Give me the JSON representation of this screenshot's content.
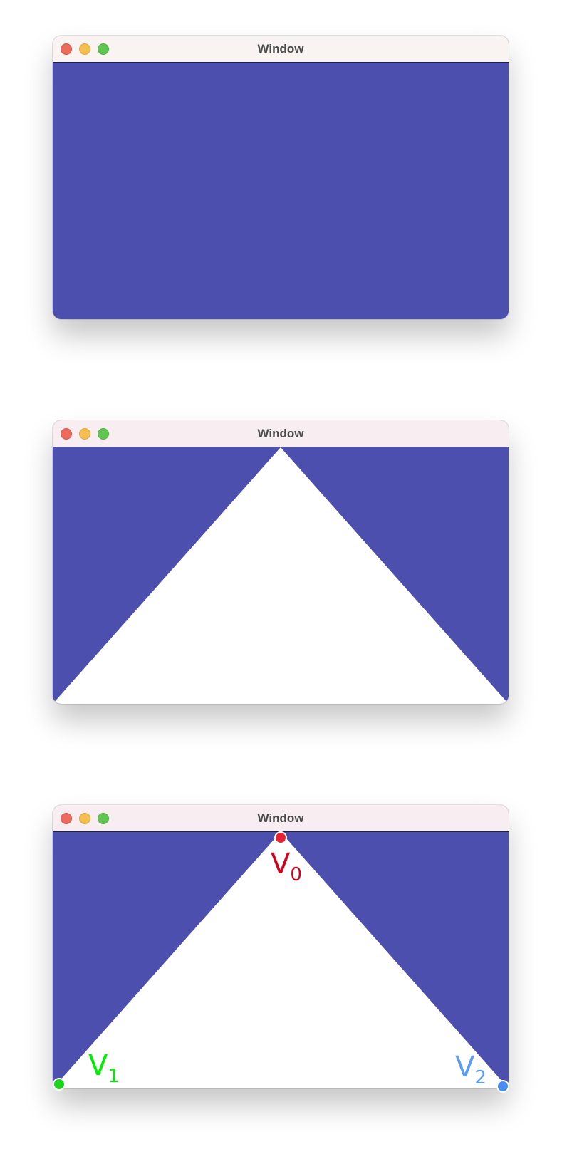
{
  "windows": [
    {
      "title": "Window",
      "triangle_visible": false
    },
    {
      "title": "Window",
      "triangle_visible": true
    },
    {
      "title": "Window",
      "triangle_visible": true,
      "vertices": [
        {
          "letter": "V",
          "index": "0",
          "color": "#d0021b"
        },
        {
          "letter": "V",
          "index": "1",
          "color": "#00ee00"
        },
        {
          "letter": "V",
          "index": "2",
          "color": "#5b9cf5"
        }
      ]
    }
  ],
  "colors": {
    "clear_color": "#4c4fad",
    "triangle_fill": "#ffffff"
  }
}
